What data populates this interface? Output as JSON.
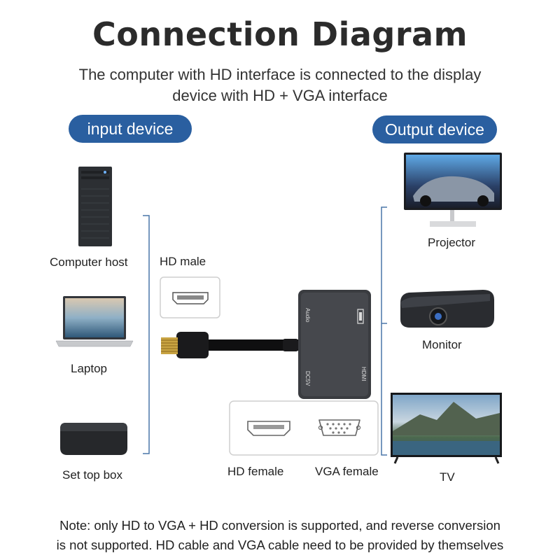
{
  "title": "Connection Diagram",
  "subtitle": {
    "line1": "The computer with HD   interface is connected to the display",
    "line2": "device with HD   + VGA interface"
  },
  "input_label": "input device",
  "output_label": "Output device",
  "inputs": {
    "computer": "Computer host",
    "laptop": "Laptop",
    "settop": "Set top box"
  },
  "outputs": {
    "projector": "Projector",
    "monitor": "Monitor",
    "tv": "TV"
  },
  "adapter": {
    "hdmi_male": "HD    male",
    "hdmi_female": "HD    female",
    "vga_female": "VGA female",
    "port_audio": "Audio",
    "port_dc5v": "DC5V",
    "port_hdmi": "HDMI"
  },
  "note": {
    "line1": "Note: only HD    to VGA + HD     conversion is supported, and reverse conversion",
    "line2": "is not supported. HD     cable and VGA cable need to be provided by themselves"
  },
  "colors": {
    "accent": "#2a5fa0",
    "bracket": "#4a76a8"
  }
}
